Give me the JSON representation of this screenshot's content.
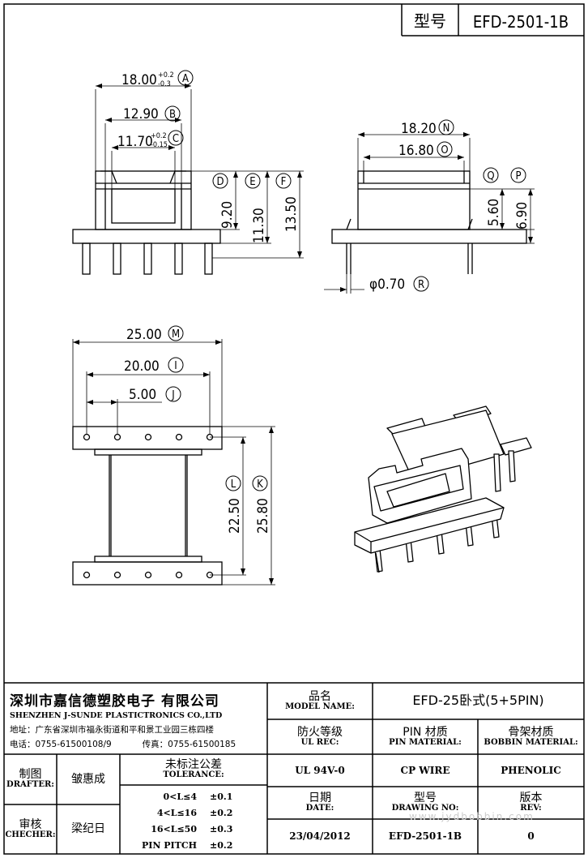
{
  "header": {
    "model_label": "型号",
    "model_value": "EFD-2501-1B"
  },
  "dimensions": {
    "A": {
      "value": "18.00",
      "tol_upper": "+0.2",
      "tol_lower": "-0.3",
      "ref": "A"
    },
    "B": {
      "value": "12.90",
      "ref": "B"
    },
    "C": {
      "value": "11.70",
      "tol_upper": "+0.2",
      "tol_lower": "-0.15",
      "ref": "C"
    },
    "D": {
      "value": "9.20",
      "ref": "D"
    },
    "E": {
      "value": "11.30",
      "ref": "E"
    },
    "F": {
      "value": "13.50",
      "ref": "F"
    },
    "N": {
      "value": "18.20",
      "ref": "N"
    },
    "O": {
      "value": "16.80",
      "ref": "O"
    },
    "Q": {
      "value": "5.60",
      "ref": "Q"
    },
    "P": {
      "value": "6.90",
      "ref": "P"
    },
    "R": {
      "value": "φ0.70",
      "ref": "R"
    },
    "M": {
      "value": "25.00",
      "ref": "M"
    },
    "I": {
      "value": "20.00",
      "ref": "I"
    },
    "J": {
      "value": "5.00",
      "ref": "J"
    },
    "L": {
      "value": "22.50",
      "ref": "L"
    },
    "K": {
      "value": "25.80",
      "ref": "K"
    }
  },
  "title_block": {
    "company_cn": "深圳市嘉信德塑胶电子 有限公司",
    "company_en": "SHENZHEN J-SUNDE PLASTICTRONICS CO.,LTD",
    "address": "地址：广东省深圳市福永街道和平和景工业园三栋四楼",
    "tel": "电话：0755-61500108/9",
    "fax": "传真：0755-61500185",
    "model_name_cn": "品名",
    "model_name_en": "MODEL NAME:",
    "model_name_value": "EFD-25卧式(5+5PIN)",
    "ul_rec_cn": "防火等级",
    "ul_rec_en": "UL REC:",
    "ul_rec_value": "UL 94V-0",
    "pin_material_cn": "PIN 材质",
    "pin_material_en": "PIN MATERIAL:",
    "pin_material_value": "CP WIRE",
    "bobbin_material_cn": "骨架材质",
    "bobbin_material_en": "BOBBIN MATERIAL:",
    "bobbin_material_value": "PHENOLIC",
    "drafter_cn": "制图",
    "drafter_en": "DRAFTER:",
    "drafter_value": "皱惠成",
    "checker_cn": "审核",
    "checker_en": "CHECHER:",
    "checker_value": "梁纪日",
    "tolerance_cn": "未标注公差",
    "tolerance_en": "TOLERANCE:",
    "tolerances": [
      {
        "range": "0<L≤4",
        "tol": "±0.1"
      },
      {
        "range": "4<L≤16",
        "tol": "±0.2"
      },
      {
        "range": "16<L≤50",
        "tol": "±0.3"
      },
      {
        "range": "PIN PITCH",
        "tol": "±0.2"
      }
    ],
    "date_cn": "日期",
    "date_en": "DATE:",
    "date_value": "23/04/2012",
    "drawing_no_cn": "型号",
    "drawing_no_en": "DRAWING NO:",
    "drawing_no_value": "EFD-2501-1B",
    "rev_cn": "版本",
    "rev_en": "REV:",
    "rev_value": "0"
  },
  "watermark": "www.jydbobbin.com"
}
